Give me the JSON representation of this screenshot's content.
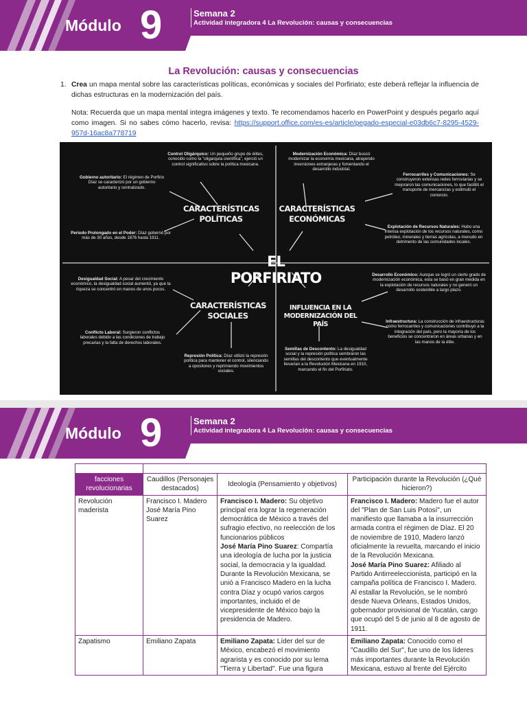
{
  "header": {
    "module_word": "Módulo",
    "module_number": "9",
    "week": "Semana 2",
    "activity": "Actividad integradora 4 La Revolución: causas y consecuencias"
  },
  "title": "La Revolución: causas y consecuencias",
  "instruction": {
    "number": "1.",
    "verb": "Crea",
    "text": " un mapa mental sobre las características políticas, económicas y sociales del Porfiriato; este deberá reflejar la influencia de dichas estructuras en la modernización del país."
  },
  "note": {
    "text": "Nota: Recuerda que un mapa mental integra imágenes y texto. Te recomendamos hacerlo en PowerPoint y después pegarlo aquí como imagen. Si no sabes cómo hacerlo, revisa: ",
    "link": "https://support.office.com/es-es/article/pegado-especial-e03db6c7-8295-4529-957d-16ac8a778719"
  },
  "mindmap": {
    "center": "EL PORFIRIATO",
    "quadrants": {
      "politicas": "CARACTERÍSTICAS POLÍTICAS",
      "economicas": "CARACTERÍSTICAS ECONÓMICAS",
      "sociales": "CARACTERÍSTICAS SOCIALES",
      "influencia": "INFLUENCIA EN LA MODERNIZACIÓN DEL PAÍS"
    },
    "notes": {
      "control_t": "Control Oligárquico:",
      "control": " Un pequeño grupo de élites, conocido como la \"oligarquía científica\", ejerció un control significativo sobre la política mexicana.",
      "gobierno_t": "Gobierno autoritario:",
      "gobierno": " El régimen de Porfirio Díaz se caracterizó por un gobierno autoritario y centralizado.",
      "periodo_t": "Periodo Prolongado en el Poder:",
      "periodo": " Díaz gobernó por más de 30 años, desde 1876 hasta 1911.",
      "modern_t": "Modernización Económica:",
      "modern": " Díaz buscó modernizar la economía mexicana, atrayendo inversiones extranjeras y fomentando el desarrollo industrial.",
      "ferro_t": "Ferrocarriles y Comunicaciones:",
      "ferro": " Se construyeron extensas redes ferroviarias y se mejoraron las comunicaciones, lo que facilitó el transporte de mercancías y estimuló el comercio.",
      "explot_t": "Explotación de Recursos Naturales:",
      "explot": " Hubo una intensa explotación de los recursos naturales, como petróleo, minerales y tierras agrícolas, a menudo en detrimento de las comunidades locales.",
      "desig_t": "Desigualdad Social:",
      "desig": " A pesar del crecimiento económico, la desigualdad social aumentó, ya que la riqueza se concentró en manos de unos pocos.",
      "conf_t": "Conflicto Laboral:",
      "conf": " Surgieron conflictos laborales debido a las condiciones de trabajo precarias y la falta de derechos laborales.",
      "repr_t": "Represión Política:",
      "repr": " Díaz utilizó la represión política para mantener el control, silenciando a opositores y reprimiendo movimientos sociales.",
      "desa_t": "Desarrollo Económico:",
      "desa": " Aunque se logró un cierto grado de modernización económica, esta se basó en gran medida en la explotación de recursos naturales y no generó un desarrollo sostenible a largo plazo.",
      "infra_t": "Infraestructura:",
      "infra": " La construcción de infraestructuras como ferrocarriles y comunicaciones contribuyó a la integración del país, pero la mayoría de los beneficios se concentraron en áreas urbanas y en las manos de la élite.",
      "semi_t": "Semillas de Descontento:",
      "semi": " La desigualdad social y la represión política sembraron las semillas del descontento que eventualmente llevarían a la Revolución Mexicana en 1910, marcando el fin del Porfiriato."
    }
  },
  "table": {
    "headers": {
      "facciones": "facciones revolucionarias",
      "caudillos": "Caudillos (Personajes destacados)",
      "ideologia": "Ideología (Pensamiento y objetivos)",
      "participacion": "Participación durante la Revolución (¿Qué hicieron?)"
    },
    "rows": [
      {
        "faccion": "Revolución maderista",
        "caudillos": "Francisco I. Madero José María Pino Suarez",
        "ideologia": [
          {
            "name": "Francisco I. Madero:",
            "text": " Su objetivo principal era lograr la regeneración democrática de México a través del sufragio efectivo, no reelección de los funcionarios públicos"
          },
          {
            "name": "José María Pino Suarez",
            "text": ": Compartía una ideología de lucha por la justicia social, la democracia y la igualdad. Durante la Revolución Mexicana, se unió a Francisco Madero en la lucha contra Díaz y ocupó varios cargos importantes, incluido el de vicepresidente de México bajo la presidencia de Madero."
          }
        ],
        "participacion": [
          {
            "name": "Francisco I. Madero:",
            "text": " Madero fue el autor del \"Plan de San Luis Potosí\", un manifiesto que llamaba a la insurrección armada contra el régimen de Díaz. El 20 de noviembre de 1910, Madero lanzó oficialmente la revuelta, marcando el inicio de la Revolución Mexicana."
          },
          {
            "name": "José María Pino Suarez:",
            "text": " Afiliado al Partido Antirreeleccionista, participó en la campaña política de Francisco I. Madero. Al estallar la Revolución, se le nombró desde Nueva Orleans, Estados Unidos, gobernador provisional de Yucatán, cargo que ocupó del 5 de junio al 8 de agosto de 1911."
          }
        ]
      },
      {
        "faccion": "Zapatismo",
        "caudillos": "Emiliano Zapata",
        "ideologia": [
          {
            "name": "Emiliano Zapata:",
            "text": " Líder del sur de México, encabezó el movimiento agrarista y es conocido por su lema \"Tierra y Libertad\". Fue una figura"
          }
        ],
        "participacion": [
          {
            "name": "Emiliano Zapata:",
            "text": " Conocido como el \"Caudillo del Sur\", fue uno de los líderes más importantes durante la Revolución Mexicana, estuvo al frente del Ejército"
          }
        ]
      }
    ]
  },
  "colors": {
    "brand_purple": "#8b2a8a",
    "link_blue": "#2a5ec8",
    "map_bg": "#111111"
  }
}
